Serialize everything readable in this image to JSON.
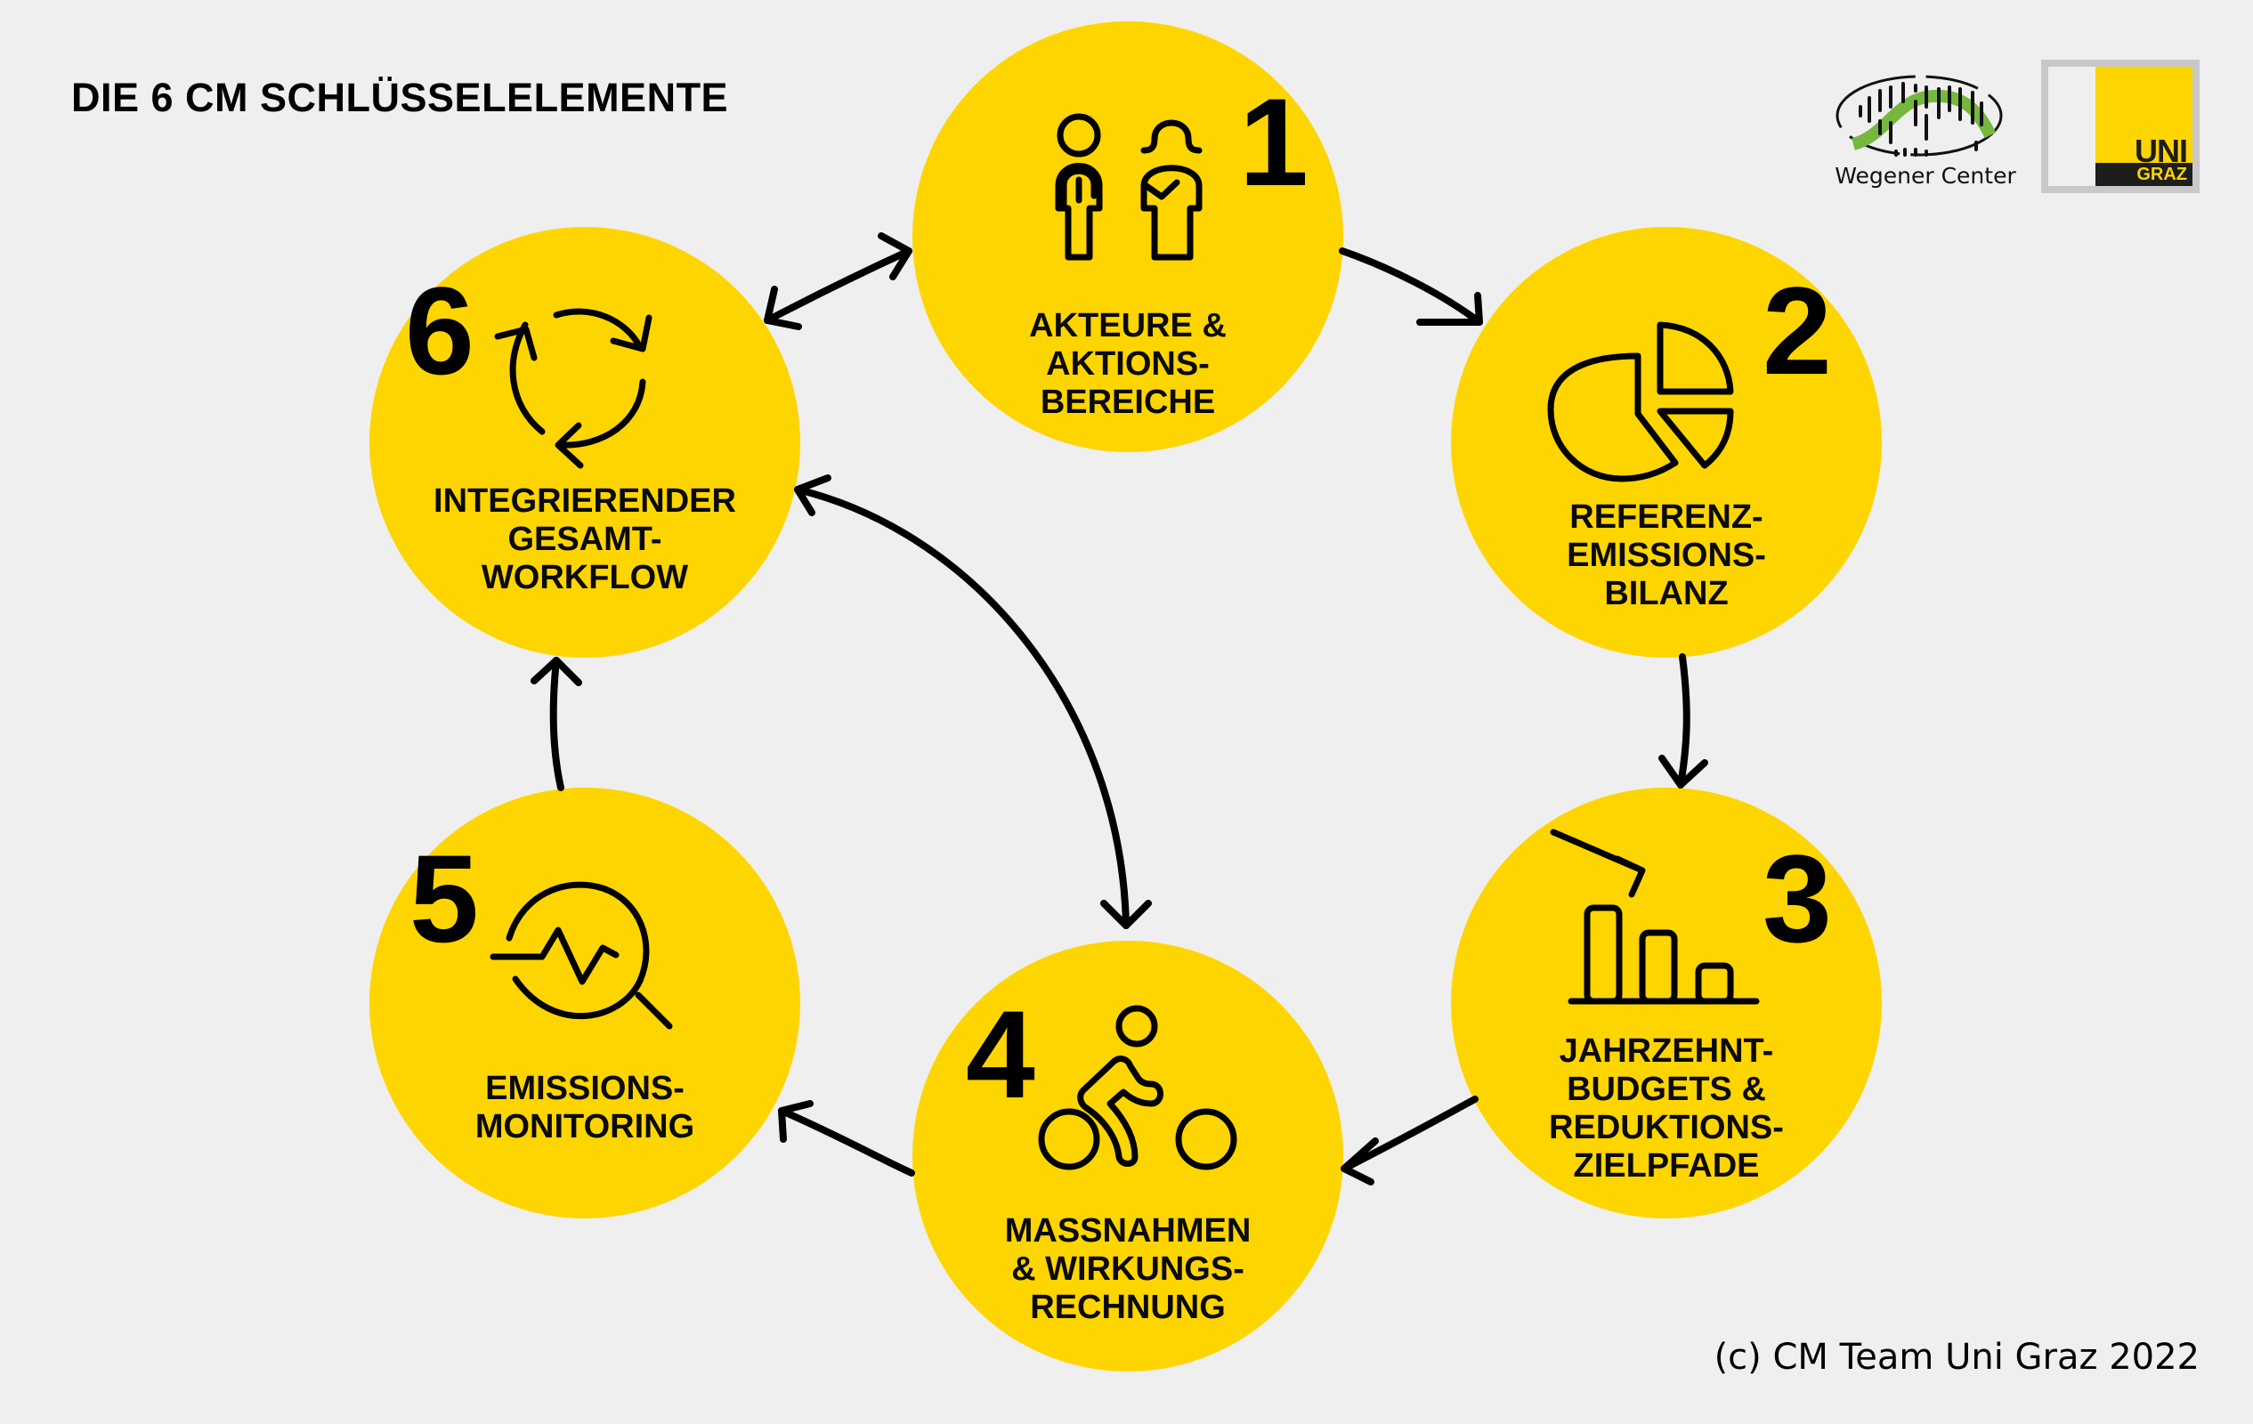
{
  "title": "DIE 6 CM SCHLÜSSELELEMENTE",
  "colors": {
    "background": "#efefef",
    "circle_fill": "#ffd500",
    "stroke": "#000000",
    "wegener_green": "#76b73d",
    "unigraz_dark": "#1d1d1b",
    "unigraz_frame": "#c8c8c8"
  },
  "logos": {
    "wegener": {
      "name": "Wegener Center",
      "icon": "wegener-center-logo"
    },
    "unigraz": {
      "line1": "UNI",
      "line2": "GRAZ",
      "icon": "uni-graz-logo"
    }
  },
  "nodes": [
    {
      "number": "1",
      "icon": "people-icon",
      "lines": [
        "AKTEURE &",
        "AKTIONS-",
        "BEREICHE"
      ]
    },
    {
      "number": "2",
      "icon": "pie-chart-icon",
      "lines": [
        "REFERENZ-",
        "EMISSIONS-",
        "BILANZ"
      ]
    },
    {
      "number": "3",
      "icon": "decreasing-bar-chart-icon",
      "lines": [
        "JAHRZEHNT-",
        "BUDGETS &",
        "REDUKTIONS-",
        "ZIELPFADE"
      ]
    },
    {
      "number": "4",
      "icon": "cyclist-icon",
      "lines": [
        "MASSNAHMEN",
        "& WIRKUNGS-",
        "RECHNUNG"
      ]
    },
    {
      "number": "5",
      "icon": "monitoring-magnifier-icon",
      "lines": [
        "EMISSIONS-",
        "MONITORING"
      ]
    },
    {
      "number": "6",
      "icon": "cycle-arrows-icon",
      "lines": [
        "INTEGRIERENDER",
        "GESAMT-",
        "WORKFLOW"
      ]
    }
  ],
  "edges": [
    {
      "from": "1",
      "to": "2",
      "direction": "forward"
    },
    {
      "from": "2",
      "to": "3",
      "direction": "forward"
    },
    {
      "from": "3",
      "to": "4",
      "direction": "forward"
    },
    {
      "from": "4",
      "to": "5",
      "direction": "forward"
    },
    {
      "from": "5",
      "to": "6",
      "direction": "forward"
    },
    {
      "from": "6",
      "to": "1",
      "direction": "both"
    },
    {
      "from": "6",
      "to": "4",
      "direction": "both"
    }
  ],
  "copyright": "(c) CM Team Uni Graz 2022"
}
